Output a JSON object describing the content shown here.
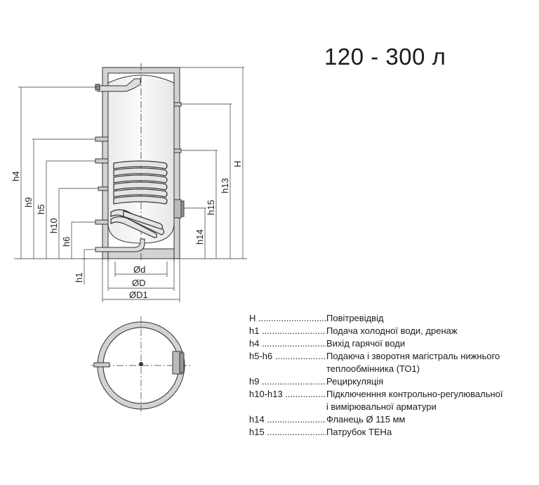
{
  "title": "120 - 300 л",
  "dims": {
    "H": "H",
    "h1": "h1",
    "h4": "h4",
    "h5": "h5",
    "h6": "h6",
    "h9": "h9",
    "h10": "h10",
    "h13": "h13",
    "h14": "h14",
    "h15": "h15",
    "d": "Ød",
    "D": "ØD",
    "D1": "ØD1"
  },
  "legend": [
    {
      "key": "H",
      "desc": "Повітревідвід"
    },
    {
      "key": "h1",
      "desc": "Подача холодної води, дренаж"
    },
    {
      "key": "h4",
      "desc": "Вихід гарячої води"
    },
    {
      "key": "h5-h6",
      "desc": "Подаюча і зворотня магістраль нижнього",
      "cont": "теплообмінника (ТО1)"
    },
    {
      "key": "h9",
      "desc": "Рециркуляція"
    },
    {
      "key": "h10-h13",
      "desc": "Підключенння контрольно-регулювальної",
      "cont": "і вимірювальної арматури"
    },
    {
      "key": "h14",
      "desc": "Фланець Ø 115 мм"
    },
    {
      "key": "h15",
      "desc": "Патрубок ТЕНа"
    }
  ]
}
